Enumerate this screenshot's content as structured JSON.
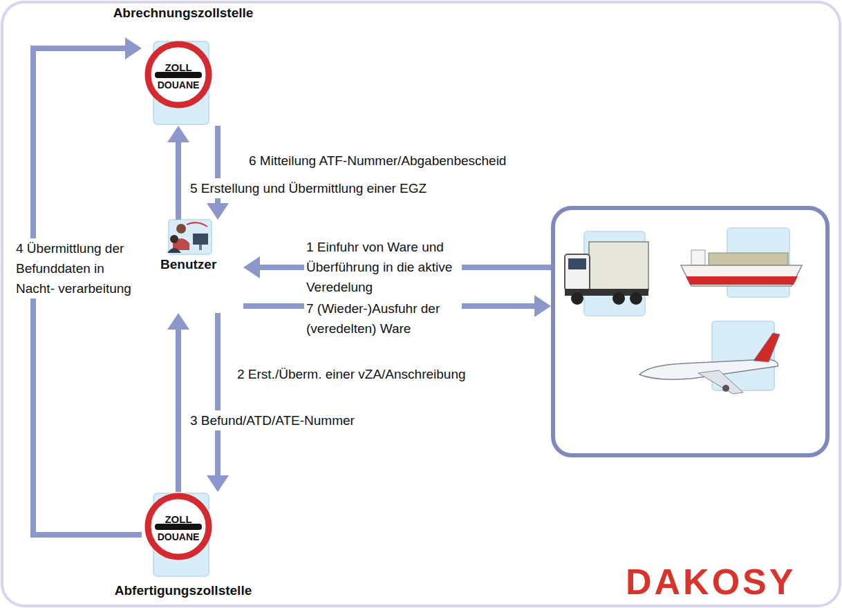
{
  "diagram": {
    "nodes": [
      {
        "text": [
          "Abrechnungszollstelle",
          "ZOLL",
          "DOUANE"
        ]
      },
      {
        "text": [
          "Benutzer"
        ]
      },
      {
        "text": [
          "ZOLL",
          "DOUANE",
          "Abfertigungszollstelle"
        ]
      },
      {
        "text": []
      }
    ],
    "edges": [
      {
        "from": 3,
        "to": 1,
        "arrow": "to",
        "label": "1 Einfuhr von Ware und Überführung in die aktive Veredelung"
      },
      {
        "from": 1,
        "to": 2,
        "arrow": "to",
        "label": "2 Erst./Überm. einer vZA/Anschreibung"
      },
      {
        "from": 2,
        "to": 1,
        "arrow": "to",
        "label": "3 Befund/ATD/ATE-Nummer"
      },
      {
        "from": 2,
        "to": 0,
        "arrow": "to",
        "label": "4 Übermittlung der Befunddaten in Nacht- verarbeitung"
      },
      {
        "from": 1,
        "to": 0,
        "arrow": "to",
        "label": "5 Erstellung und Übermittlung einer EGZ"
      },
      {
        "from": 0,
        "to": 1,
        "arrow": "to",
        "label": "6 Mitteilung ATF-Nummer/Abgabenbescheid"
      },
      {
        "from": 1,
        "to": 3,
        "arrow": "to",
        "label": "7 (Wieder-)Ausfuhr der (veredelten) Ware"
      }
    ],
    "labels": [
      "DAKOSY"
    ]
  }
}
